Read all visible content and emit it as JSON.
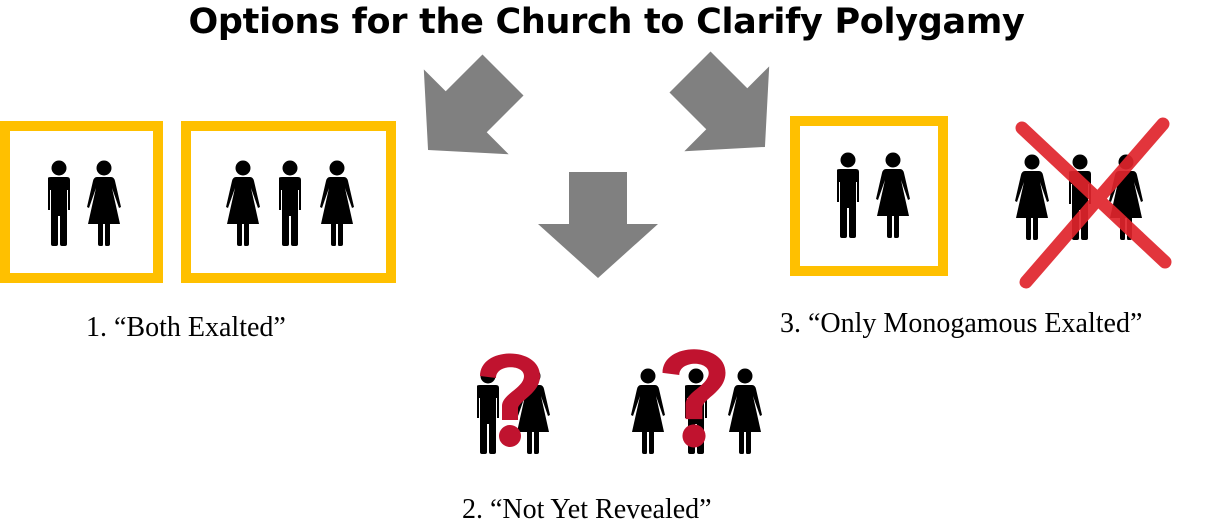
{
  "title": "Options for the Church to Clarify Polygamy",
  "colors": {
    "frame": "#FFC000",
    "arrow": "#808080",
    "question": "#C0132F",
    "cross": "#E0242C",
    "figure": "#000000"
  },
  "options": [
    {
      "label": "1. “Both Exalted”",
      "families": [
        "monogamous-couple",
        "polygamous-family"
      ],
      "status": "both-framed"
    },
    {
      "label": "2. “Not Yet Revealed”",
      "families": [
        "monogamous-couple",
        "polygamous-family"
      ],
      "status": "both-questioned"
    },
    {
      "label": "3. “Only Monogamous Exalted”",
      "families": [
        "monogamous-couple",
        "polygamous-family"
      ],
      "status": "polygamous-crossed-out"
    }
  ],
  "icons": [
    "man-icon",
    "woman-icon",
    "arrow-icon",
    "question-mark-icon",
    "cross-icon"
  ]
}
